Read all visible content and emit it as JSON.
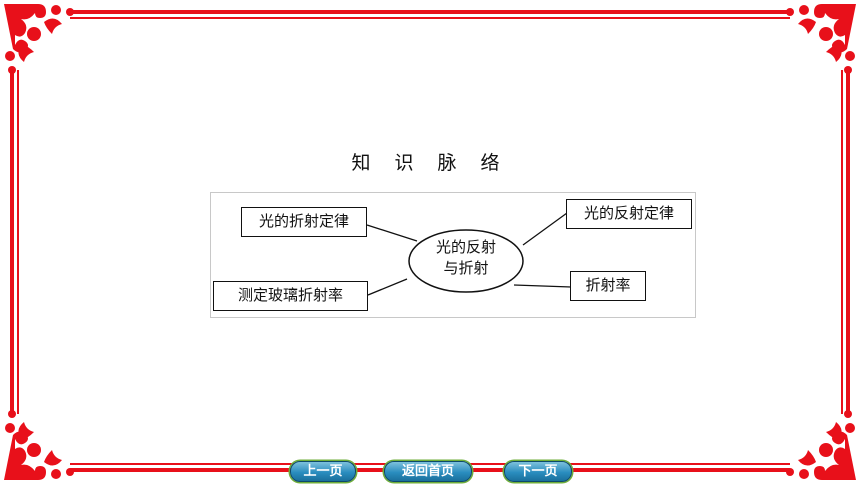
{
  "title": "知 识 脉 络",
  "diagram": {
    "center": {
      "line1": "光的反射",
      "line2": "与折射"
    },
    "nodes": {
      "top_left": "光的折射定律",
      "bottom_left": "测定玻璃折射率",
      "top_right": "光的反射定律",
      "bottom_right": "折射率"
    }
  },
  "nav": {
    "prev": "上一页",
    "home": "返回首页",
    "next": "下一页"
  },
  "colors": {
    "frame": "#e8101a",
    "nav_fill": "#2a8dbf",
    "nav_border": "#6fae3a"
  }
}
